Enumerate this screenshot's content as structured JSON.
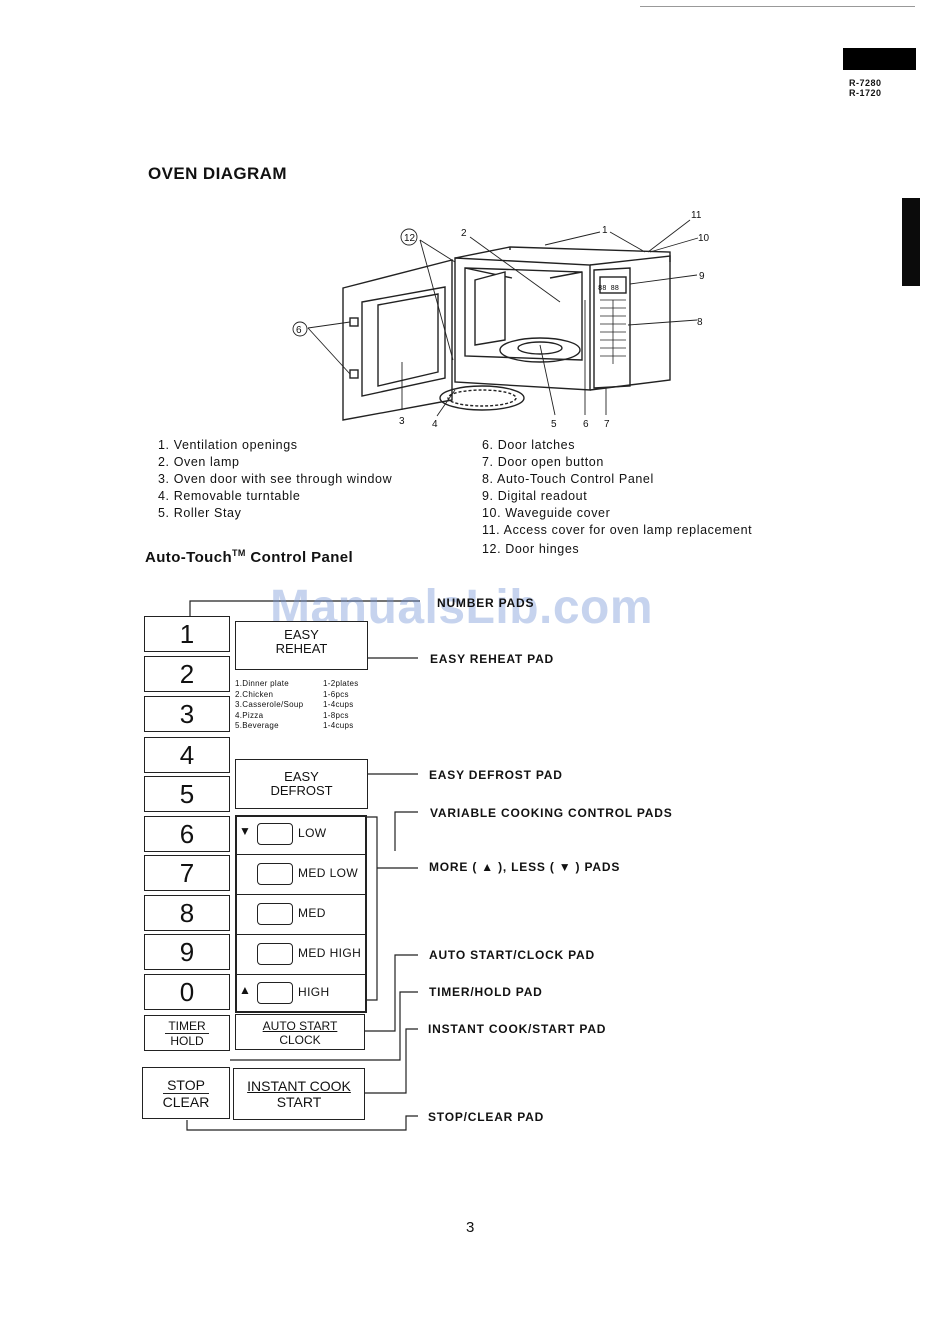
{
  "header": {
    "model_line_1": "R-7280",
    "model_line_2": "R-1720"
  },
  "oven_diagram": {
    "title": "OVEN DIAGRAM",
    "callouts": [
      "1",
      "2",
      "3",
      "4",
      "5",
      "6",
      "7",
      "8",
      "9",
      "10",
      "11",
      "12"
    ],
    "display_text": "88 88",
    "legend_left": [
      "1. Ventilation openings",
      "2. Oven lamp",
      "3. Oven door with see through window",
      "4. Removable turntable",
      "5. Roller Stay"
    ],
    "legend_right": [
      "6. Door latches",
      "7. Door open button",
      "8. Auto-Touch Control Panel",
      "9. Digital readout",
      "10. Waveguide cover",
      "11. Access cover for oven lamp replacement",
      "12. Door hinges"
    ]
  },
  "control_panel": {
    "title": "Auto-Touch",
    "title_tm": "TM",
    "title_suffix": " Control Panel",
    "number_pads": [
      "1",
      "2",
      "3",
      "4",
      "5",
      "6",
      "7",
      "8",
      "9",
      "0"
    ],
    "easy_reheat": {
      "line1": "EASY",
      "line2": "REHEAT"
    },
    "reheat_items": [
      {
        "name": "1.Dinner plate",
        "qty": "1-2plates"
      },
      {
        "name": "2.Chicken",
        "qty": "1-6pcs"
      },
      {
        "name": "3.Casserole/Soup",
        "qty": "1-4cups"
      },
      {
        "name": "4.Pizza",
        "qty": "1-8pcs"
      },
      {
        "name": "5.Beverage",
        "qty": "1-4cups"
      }
    ],
    "easy_defrost": {
      "line1": "EASY",
      "line2": "DEFROST"
    },
    "variable_levels": [
      "LOW",
      "MED LOW",
      "MED",
      "MED HIGH",
      "HIGH"
    ],
    "less_arrow": "▼",
    "more_arrow": "▲",
    "timer_hold": {
      "line1": "TIMER",
      "line2": "HOLD"
    },
    "auto_start_clock": {
      "line1": "AUTO START",
      "line2": "CLOCK"
    },
    "stop_clear": {
      "line1": "STOP",
      "line2": "CLEAR"
    },
    "instant_cook_start": {
      "line1": "INSTANT COOK",
      "line2": "START"
    },
    "labels": {
      "number_pads": "NUMBER PADS",
      "easy_reheat_pad": "EASY REHEAT PAD",
      "easy_defrost_pad": "EASY DEFROST PAD",
      "variable_cooking": "VARIABLE COOKING CONTROL PADS",
      "more_less": "MORE ( ▲ ), LESS ( ▼ ) PADS",
      "auto_start_clock_pad": "AUTO START/CLOCK PAD",
      "timer_hold_pad": "TIMER/HOLD PAD",
      "instant_cook_start_pad": "INSTANT COOK/START PAD",
      "stop_clear_pad": "STOP/CLEAR PAD"
    }
  },
  "watermark": "ManualsLib.com",
  "page_number": "3"
}
